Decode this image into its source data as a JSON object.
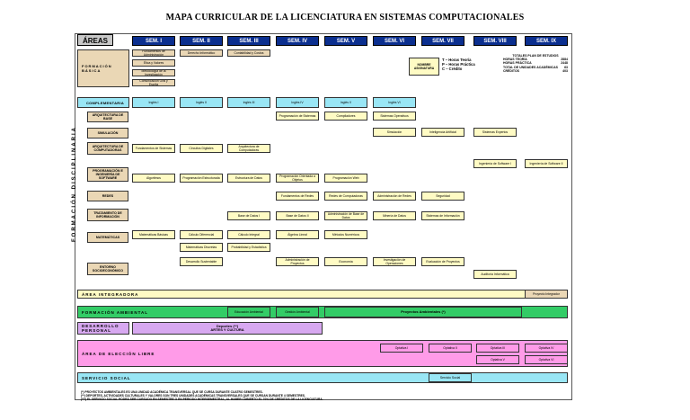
{
  "title": "MAPA CURRICULAR DE LA LICENCIATURA EN SISTEMAS COMPUTACIONALES",
  "areas_label": "ÁREAS",
  "semesters": [
    "SEM. I",
    "SEM. II",
    "SEM. III",
    "SEM. IV",
    "SEM. V",
    "SEM. VI",
    "SEM. VII",
    "SEM. VIII",
    "SEM. IX"
  ],
  "basic_label": "FORMACIÓN BÁSICA",
  "complementary_label": "COMPLEMENTARIA",
  "disciplinary_label": "FORMACIÓN DISCIPLINARIA",
  "sub_areas": [
    "ARQUITECTURA DE BASE",
    "SIMULACIÓN",
    "ARQUITECTURA DE COMPUTADORAS",
    "PROGRAMACIÓN E INGENIERÍA DE SOFTWARE",
    "REDES",
    "TRATAMIENTO DE INFORMACIÓN",
    "MATEMÁTICAS",
    "ENTORNO SOCIOECONÓMICO"
  ],
  "integration_label": "ÁREA INTEGRADORA",
  "environment_label": "FORMACIÓN AMBIENTAL",
  "personal_label": "DESARROLLO PERSONAL",
  "free_label": "ÁREA DE ELECCIÓN LIBRE",
  "social_label": "SERVICIO SOCIAL",
  "legend": {
    "box_label": "NOMBRE ASIGNATURA",
    "t": "T – Horas Teoría",
    "p": "P – Horas Práctica",
    "c": "C – Crédito"
  },
  "totals": {
    "title": "TOTALES PLAN DE ESTUDIOS",
    "rows": [
      {
        "label": "HORAS TEORÍA",
        "value": "2884"
      },
      {
        "label": "HORAS PRÁCTICA",
        "value": "2448"
      },
      {
        "label": "TOTAL DE UNIDADES ACADÉMICAS",
        "value": "63"
      },
      {
        "label": "CRÉDITOS",
        "value": "403"
      }
    ]
  },
  "courses": {
    "basic": [
      "Fundamentos de Administración",
      "Ética y Valores",
      "Metodología de la Investigación",
      "Comunicación Oral y Escrita",
      "Derecho Informático",
      "Contabilidad y Costos"
    ],
    "complementary": [
      "Inglés I",
      "Inglés II",
      "Inglés III",
      "Inglés IV",
      "Inglés V",
      "Inglés VI"
    ],
    "row_arq": [
      "Programación de Sistemas",
      "Compiladores",
      "Sistemas Operativos"
    ],
    "row_sim": [
      "Simulación",
      "Inteligencia Artificial",
      "Sistemas Expertos"
    ],
    "row_arqcomp": [
      "Fundamentos de Sistemas",
      "Circuitos Digitales",
      "Arquitectura de Computadoras"
    ],
    "row_prog_top": [
      "Ingeniería de Software I",
      "Ingeniería de Software II"
    ],
    "row_prog": [
      "Algoritmos",
      "Programación Estructurada",
      "Estructura de Datos",
      "Programación Orientada a Objetos",
      "Programación Web"
    ],
    "row_redes": [
      "Fundamentos de Redes",
      "Redes de Computadoras",
      "Administración de Redes",
      "Seguridad"
    ],
    "row_trat": [
      "Base de Datos I",
      "Base de Datos II",
      "Administración de Base de Datos",
      "Minería de Datos",
      "Sistemas de Información"
    ],
    "row_mat1": [
      "Matemáticas Básicas",
      "Cálculo Diferencial",
      "Cálculo Integral",
      "Álgebra Lineal",
      "Métodos Numéricos"
    ],
    "row_mat2": [
      "Matemáticas Discretas",
      "Probabilidad y Estadística"
    ],
    "row_socio": [
      "Desarrollo Sustentable",
      "Administración de Proyectos",
      "Economía",
      "Investigación de Operaciones",
      "Evaluación de Proyectos",
      "Auditoría Informática"
    ],
    "integration": "Proyecto Integrador",
    "environment": [
      "Educación Ambiental",
      "Gestión Ambiental",
      "Proyectos Ambientales (*)"
    ],
    "personal_title": "Deportes (**)",
    "personal_sub": "ARTES Y CULTURA",
    "free": [
      "Optativa I",
      "Optativa II",
      "Optativa III",
      "Optativa IV",
      "Optativa V",
      "Optativa VI"
    ],
    "social": "Servicio Social"
  },
  "notes": [
    "(*) PROYECTOS AMBIENTALES ES UNA UNIDAD ACADÉMICA TRANSVERSAL QUE SE CURSA DURANTE CUATRO SEMESTRES.",
    "(**) DEPORTES, ACTIVIDADES CULTURALES Y VALORES SON TRES UNIDADES ACADÉMICAS TRANSVERSALES QUE SE CURSAN DURANTE 4 SEMESTRES.",
    "(***) EL SERVICIO SOCIAL PODRÁ SER CURSADO EN SEMESTRE O EN PERIODO INTERSEMESTRAL, AL HABER CUBIERTO EL 70% DE CRÉDITOS DE LA LICENCIATURA."
  ]
}
